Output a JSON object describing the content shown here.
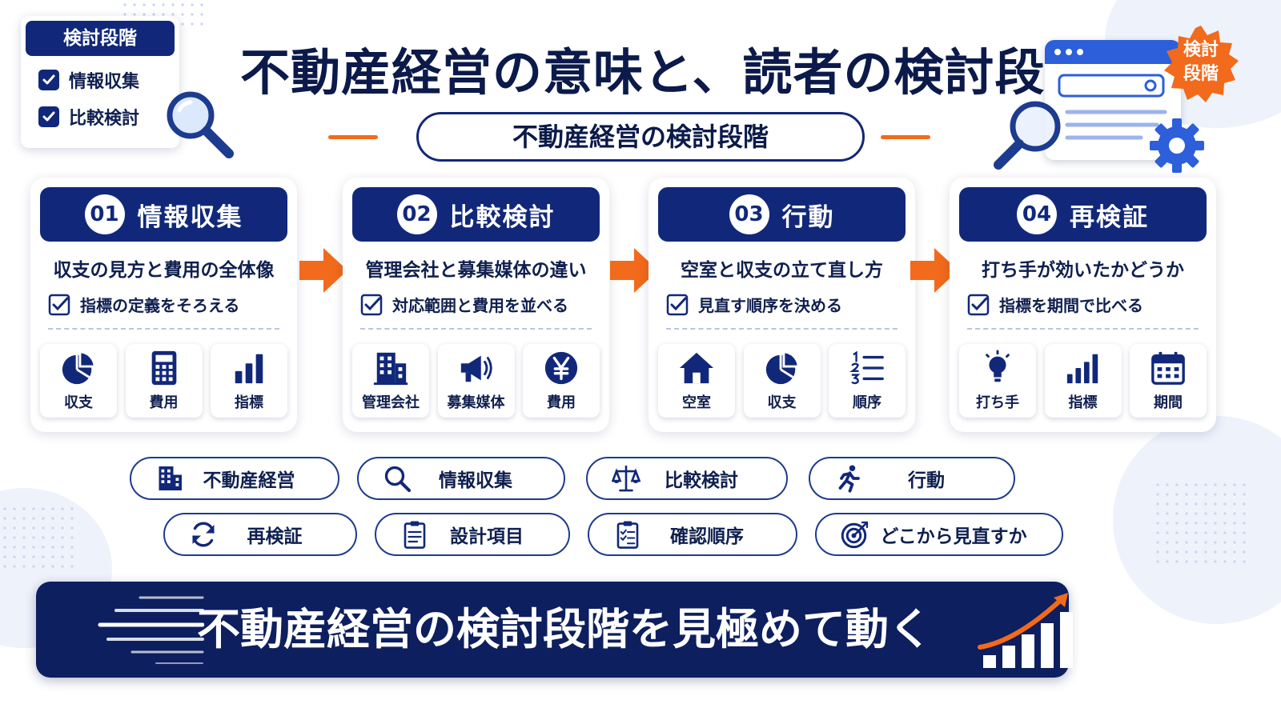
{
  "title": "不動産経営の意味と、読者の検討段階",
  "subtitle": "不動産経営の検討段階",
  "checklist": {
    "title": "検討段階",
    "items": [
      "情報収集",
      "比較検討"
    ]
  },
  "badge": {
    "line1": "検討",
    "line2": "段階"
  },
  "stages": [
    {
      "num": "01",
      "name": "情報収集",
      "sub": "収支の見方と費用の全体像",
      "check": "指標の定義をそろえる",
      "tiles": [
        {
          "icon": "pie-chart-icon",
          "label": "収支"
        },
        {
          "icon": "calculator-icon",
          "label": "費用"
        },
        {
          "icon": "bar-chart-icon",
          "label": "指標"
        }
      ]
    },
    {
      "num": "02",
      "name": "比較検討",
      "sub": "管理会社と募集媒体の違い",
      "check": "対応範囲と費用を並べる",
      "tiles": [
        {
          "icon": "building-icon",
          "label": "管理会社"
        },
        {
          "icon": "megaphone-icon",
          "label": "募集媒体"
        },
        {
          "icon": "yen-coin-icon",
          "label": "費用"
        }
      ]
    },
    {
      "num": "03",
      "name": "行動",
      "sub": "空室と収支の立て直し方",
      "check": "見直す順序を決める",
      "tiles": [
        {
          "icon": "house-icon",
          "label": "空室"
        },
        {
          "icon": "pie-chart-icon",
          "label": "収支"
        },
        {
          "icon": "numbered-list-icon",
          "label": "順序"
        }
      ]
    },
    {
      "num": "04",
      "name": "再検証",
      "sub": "打ち手が効いたかどうか",
      "check": "指標を期間で比べる",
      "tiles": [
        {
          "icon": "lightbulb-icon",
          "label": "打ち手"
        },
        {
          "icon": "bar-chart-icon",
          "label": "指標"
        },
        {
          "icon": "calendar-icon",
          "label": "期間"
        }
      ]
    }
  ],
  "keywords": [
    {
      "icon": "building-icon",
      "label": "不動産経営"
    },
    {
      "icon": "search-icon",
      "label": "情報収集"
    },
    {
      "icon": "scale-icon",
      "label": "比較検討"
    },
    {
      "icon": "running-person-icon",
      "label": "行動"
    },
    {
      "icon": "refresh-icon",
      "label": "再検証"
    },
    {
      "icon": "clipboard-icon",
      "label": "設計項目"
    },
    {
      "icon": "checklist-icon",
      "label": "確認順序"
    },
    {
      "icon": "target-icon",
      "label": "どこから見直すか"
    }
  ],
  "banner": {
    "text": "不動産経営の検討段階を見極めて動く"
  },
  "colors": {
    "navy": "#11287a",
    "orange": "#f26a1b",
    "blue": "#2c5fd9"
  }
}
